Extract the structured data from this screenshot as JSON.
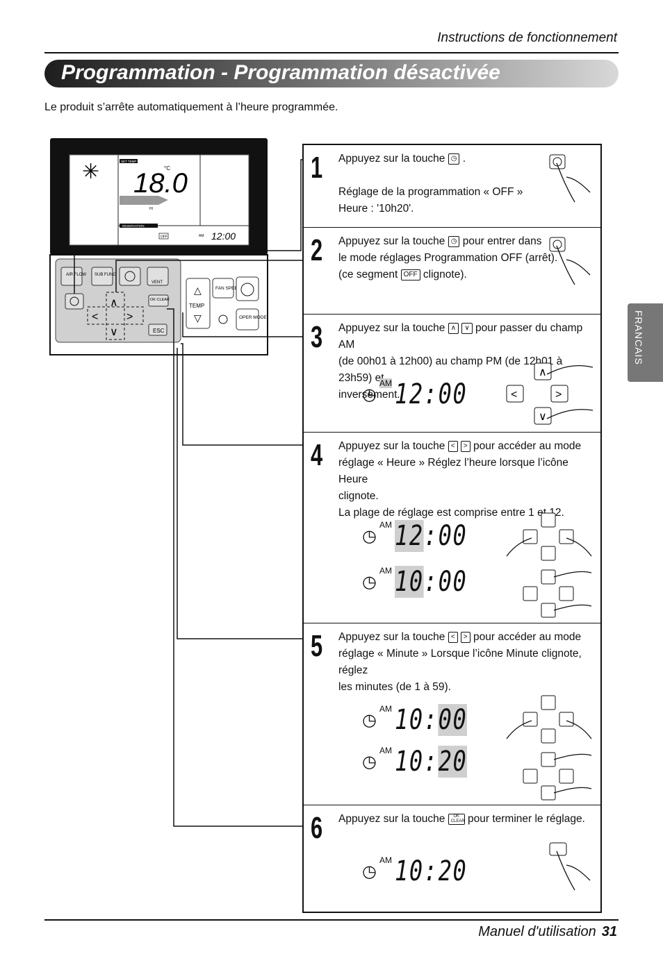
{
  "header": {
    "section": "Instructions de fonctionnement"
  },
  "title": "Programmation - Programmation désactivée",
  "intro": "Le produit s’arrête automatiquement à l’heure programmée.",
  "side_tab": "FRANCAIS",
  "remote": {
    "lcd": {
      "set_temp_label": "SET TEMP",
      "temp_value": "18.0",
      "unit": "°C",
      "fan_label": "HI",
      "reservation_label": "RESERVATION",
      "off_label": "OFF",
      "am_label": "AM",
      "time": "12:00"
    },
    "buttons": {
      "airflow": "AIR FLOW",
      "sub_func": "SUB FUNC",
      "vent": "VENT",
      "ok_clear": "OK CLEAR",
      "esc": "ESC",
      "fan_speed": "FAN SPEED",
      "temp": "TEMP",
      "oper_mode": "OPER MODE"
    }
  },
  "steps": [
    {
      "num": "1",
      "line1_before": "Appuyez sur la touche",
      "line1_after": ".",
      "line2": "Réglage de la programmation « OFF »",
      "line3": "Heure : '10h20'."
    },
    {
      "num": "2",
      "line1_before": "Appuyez sur la touche",
      "line1_after": "pour entrer dans",
      "line2": "le mode réglages Programmation OFF (arrêt).",
      "line3_before": "(ce segment",
      "off_key": "OFF",
      "line3_after": "clignote)."
    },
    {
      "num": "3",
      "line1_before": "Appuyez sur la touche",
      "line1_after": "pour passer du champ AM",
      "line2": "(de 00h01 à 12h00) au champ PM (de 12h01 à 23h59) et",
      "line3": "inversement.",
      "am": "AM",
      "time": "12:00"
    },
    {
      "num": "4",
      "line1_before": "Appuyez sur la touche",
      "line1_after": "pour accéder au mode",
      "line2": "réglage « Heure » Réglez l’heure lorsque l’icône Heure",
      "line3": "clignote.",
      "line4": "La plage de réglage est comprise entre 1 et 12.",
      "am": "AM",
      "time_a_hour": "12",
      "time_a_min": ":00",
      "time_b_hour": "10",
      "time_b_min": ":00"
    },
    {
      "num": "5",
      "line1_before": "Appuyez sur la touche",
      "line1_after": "pour accéder au mode",
      "line2": "réglage « Minute »  Lorsque l’icône Minute clignote, réglez",
      "line3": "les minutes (de 1 à 59).",
      "am": "AM",
      "time_a_hour": "10:",
      "time_a_min": "00",
      "time_b_hour": "10:",
      "time_b_min": "20"
    },
    {
      "num": "6",
      "line1_before": "Appuyez sur la touche",
      "ok_key": "OK CLEAR",
      "line1_after": "pour terminer le réglage.",
      "am": "AM",
      "time": "10:20"
    }
  ],
  "footer": {
    "manual": "Manuel d'utilisation",
    "page": "31"
  }
}
